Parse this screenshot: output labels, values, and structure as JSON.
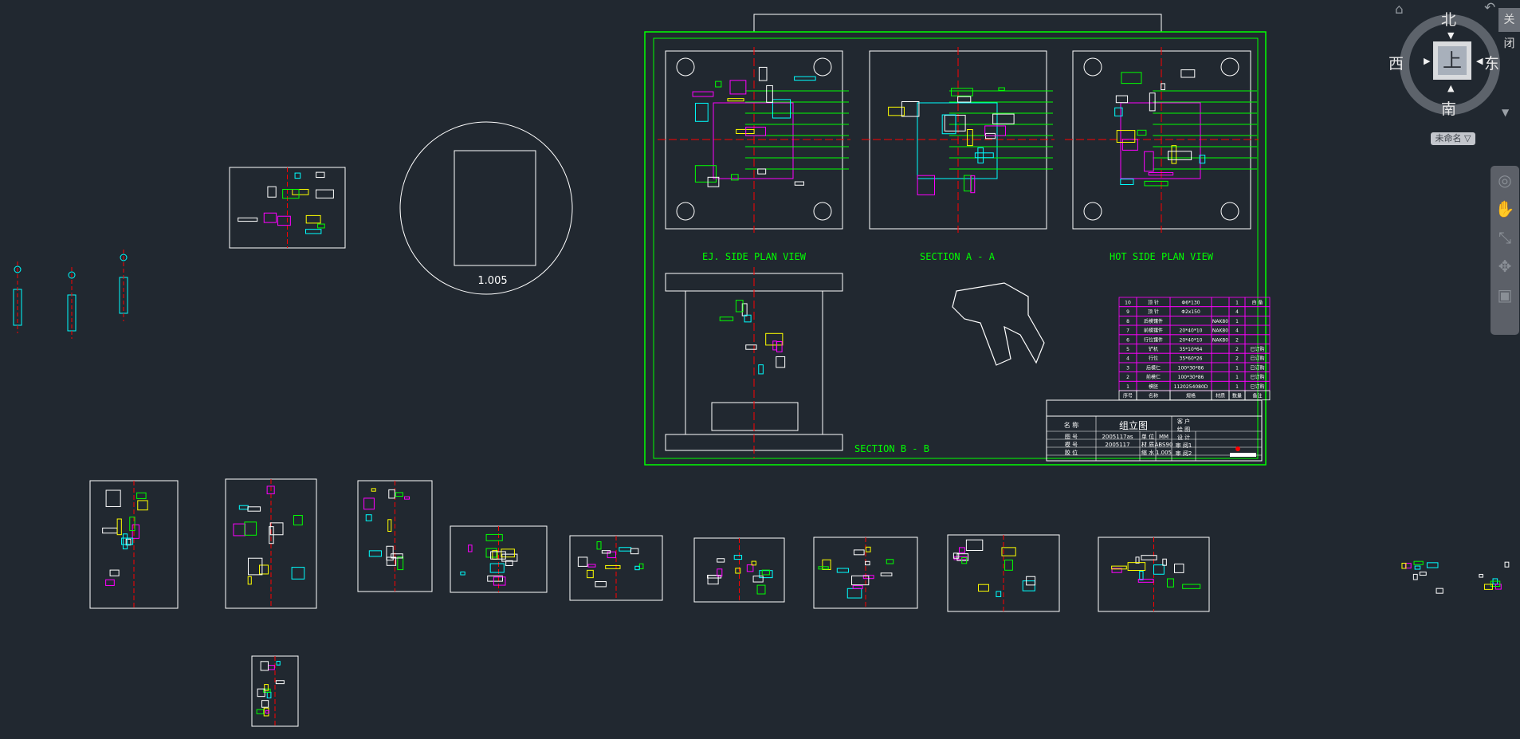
{
  "drawing": {
    "views": {
      "ej_side": "EJ. SIDE PLAN VIEW",
      "section_aa": "SECTION A - A",
      "hot_side": "HOT SIDE PLAN VIEW",
      "section_bb": "SECTION B - B"
    },
    "detail_scale": "1.005",
    "bom": {
      "headers": [
        "序号",
        "名称",
        "规格",
        "材质",
        "数量",
        "备注"
      ],
      "rows": [
        [
          "10",
          "顶 针",
          "Φ6*130",
          "",
          "1",
          "自 备"
        ],
        [
          "9",
          "顶 针",
          "Φ2x150",
          "",
          "4",
          ""
        ],
        [
          "8",
          "后模镶件",
          "",
          "NAK80",
          "1",
          ""
        ],
        [
          "7",
          "前模镶件",
          "20*40*10",
          "NAK80",
          "4",
          ""
        ],
        [
          "6",
          "行位镶件",
          "20*40*10",
          "NAK80",
          "2",
          ""
        ],
        [
          "5",
          "铲机",
          "35*10*64",
          "",
          "2",
          "已订购"
        ],
        [
          "4",
          "行位",
          "35*60*26",
          "",
          "2",
          "已订购"
        ],
        [
          "3",
          "后模仁",
          "100*30*86",
          "",
          "1",
          "已订购"
        ],
        [
          "2",
          "前模仁",
          "100*30*86",
          "",
          "1",
          "已订购"
        ],
        [
          "1",
          "模胚",
          "1120254080D",
          "",
          "1",
          "已订购"
        ]
      ]
    },
    "title_block": {
      "name_label": "名 称",
      "name_value": "组立图",
      "drawing_no_label": "图 号",
      "drawing_no": "2005117as",
      "mold_no_label": "模 号",
      "mold_no": "2005117",
      "material_label_left": "胶 位",
      "unit_label": "单 位",
      "unit": "MM",
      "material_label": "材 质",
      "material": "ABS90",
      "shrink_label": "缩 水",
      "shrink": "1.005",
      "customer_label": "客 户",
      "drawing_label": "绘 图",
      "design_label": "设 计",
      "review1_label": "审 阅1",
      "review2_label": "审 阅2"
    }
  },
  "viewcube": {
    "north": "北",
    "south": "南",
    "east": "东",
    "west": "西",
    "face": "上",
    "ucs": "未命名 ▽",
    "close": "关闭"
  },
  "navbar": {
    "icons": [
      "full-navigation-wheel-icon",
      "pan-hand-icon",
      "zoom-icon",
      "orbit-icon",
      "showmotion-icon"
    ]
  },
  "colors": {
    "background": "#212830",
    "frame": "#00ff00",
    "lines": "#ffffff",
    "center": "#ff0000",
    "cyan": "#00ffff",
    "magenta": "#ff00ff",
    "yellow": "#ffff00"
  }
}
